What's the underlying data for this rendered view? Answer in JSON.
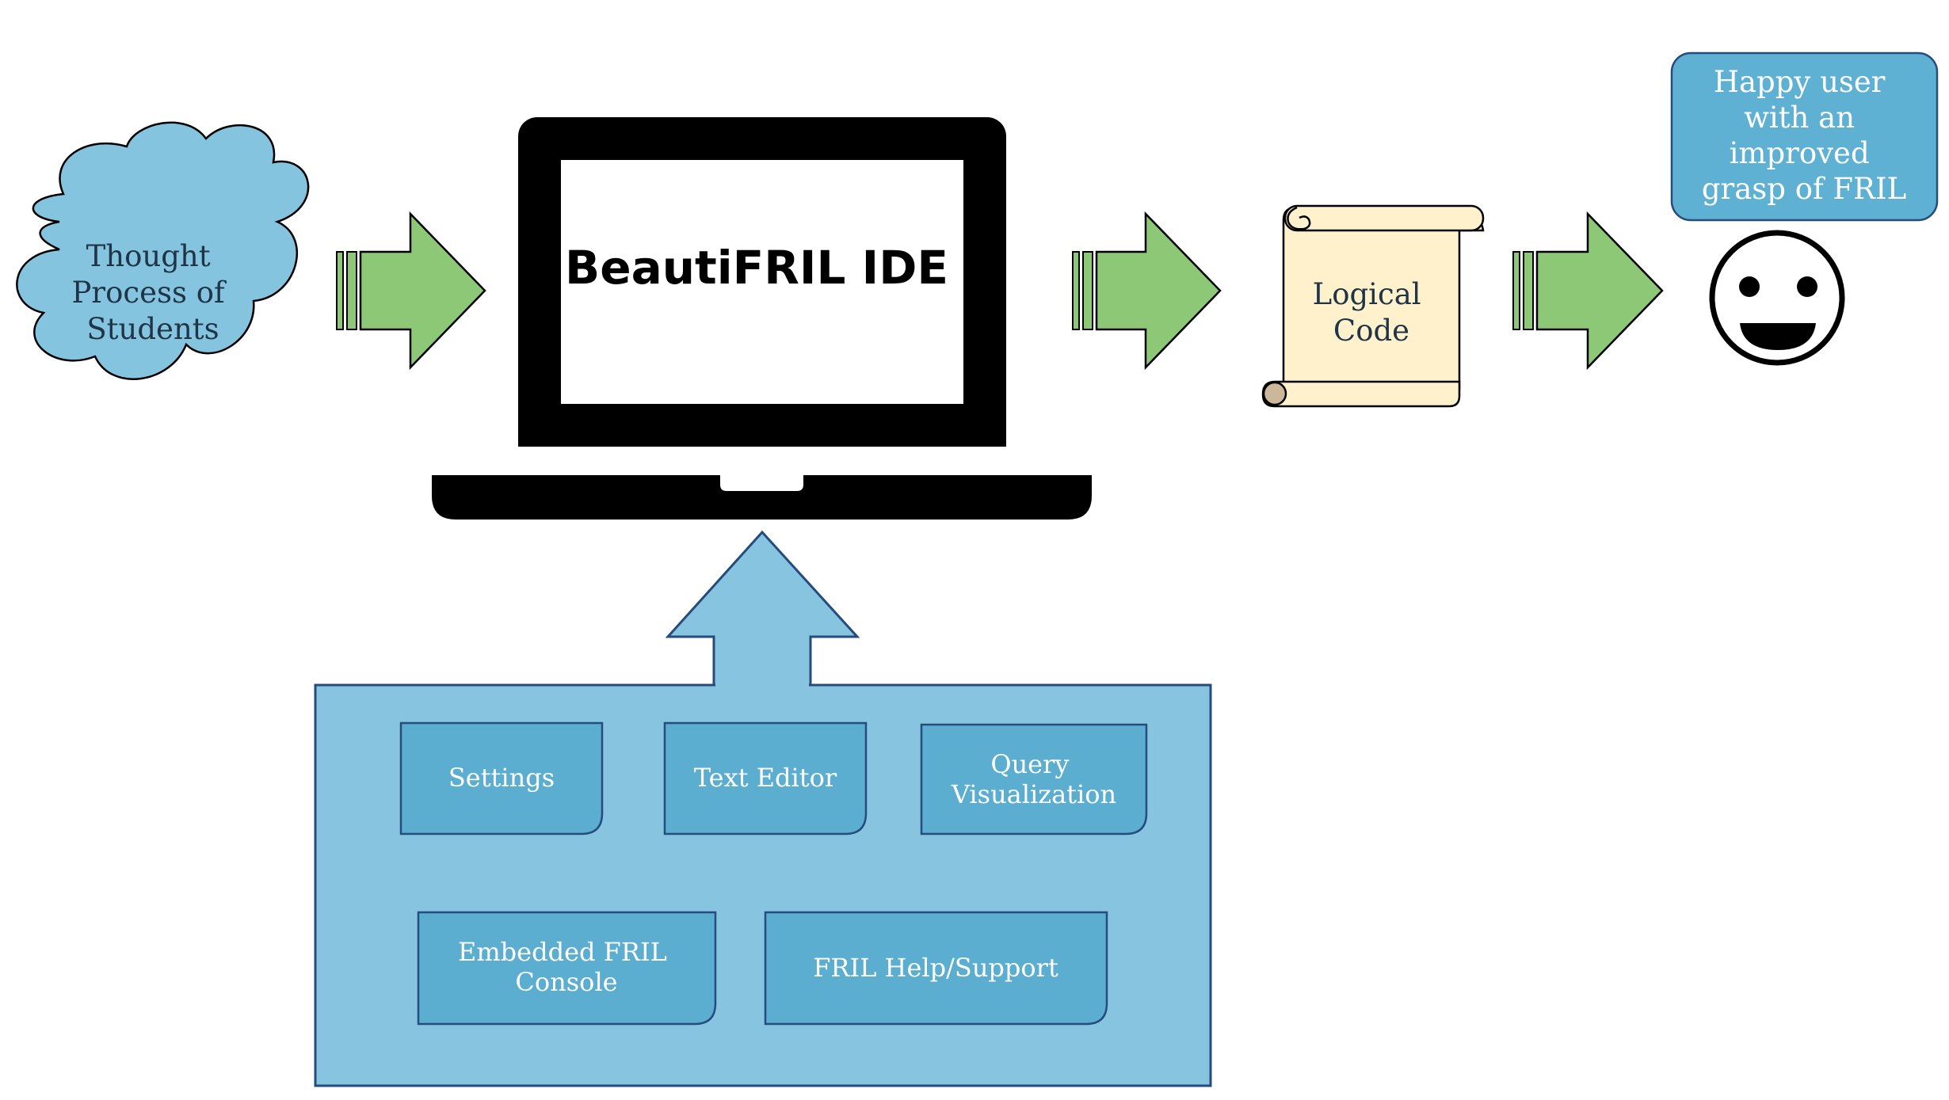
{
  "colors": {
    "cloud_fill": "#85c4de",
    "arrow_fill": "#8dc877",
    "panel_fill": "#87c4df",
    "panel_border": "#264b7d",
    "box_fill": "#5caed0",
    "scroll_fill": "#fff1cc",
    "bubble_fill": "#5fb1d4",
    "laptop": "#000000",
    "dark_text": "#1f3447",
    "light_text": "#ffffff"
  },
  "cloud": {
    "lines": [
      "Thought",
      "Process of",
      "Students"
    ]
  },
  "laptop": {
    "screen_label": "BeautiFRIL IDE"
  },
  "scroll": {
    "lines": [
      "Logical",
      "Code"
    ]
  },
  "speech_bubble": {
    "lines": [
      "Happy user",
      "with an",
      "improved",
      "grasp of FRIL"
    ]
  },
  "face": {
    "icon": "smiley-face-icon"
  },
  "components": [
    {
      "lines": [
        "Settings"
      ]
    },
    {
      "lines": [
        "Text Editor"
      ]
    },
    {
      "lines": [
        "Query",
        "Visualization"
      ]
    },
    {
      "lines": [
        "Embedded FRIL",
        "Console"
      ]
    },
    {
      "lines": [
        "FRIL Help/Support"
      ]
    }
  ]
}
